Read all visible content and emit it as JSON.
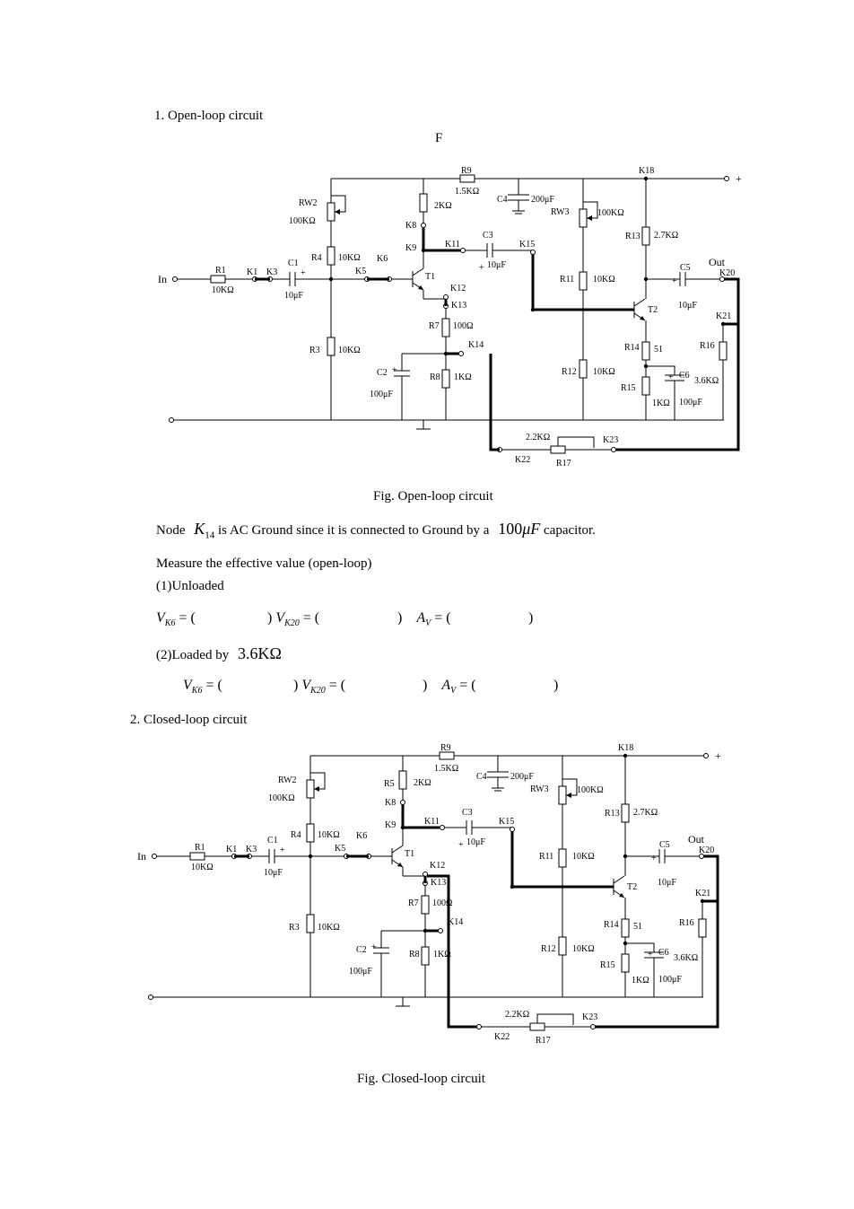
{
  "section1": {
    "heading": "1.   Open-loop    circuit",
    "f_label": "F",
    "caption": "Fig. Open-loop circuit",
    "node_note_pre": "Node",
    "node_note_mid": "is AC Ground since it is connected to Ground by a",
    "node_note_value": "100",
    "node_note_unit": "μF",
    "node_note_post": "capacitor.",
    "measure_title": "Measure the effective value (open-loop)",
    "unloaded_label": "(1)Unloaded",
    "loaded_label": "(2)Loaded by",
    "loaded_value": "3.6KΩ"
  },
  "section2": {
    "heading": "2.    Closed-loop circuit",
    "caption": "Fig. Closed-loop circuit"
  },
  "circuit_labels": {
    "R9": "R9",
    "R9_val": "1.5KΩ",
    "K18": "K18",
    "plus": "+",
    "C4": "C4",
    "C4_val": "200μF",
    "RW2": "RW2",
    "RW2_val": "100KΩ",
    "R5": "R5",
    "R5_val": "2KΩ",
    "RW3": "RW3",
    "RW3_val": "100KΩ",
    "R13": "R13",
    "R13_val": "2.7KΩ",
    "K8": "K8",
    "K9": "K9",
    "K11": "K11",
    "C3": "C3",
    "C3_val": "10μF",
    "K15": "K15",
    "R4": "R4",
    "R4_val": "10KΩ",
    "C1": "C1",
    "C1_val": "10μF",
    "K5": "K5",
    "K6": "K6",
    "T1": "T1",
    "In": "In",
    "R1": "R1",
    "R1_val": "10KΩ",
    "K1": "K1",
    "K3": "K3",
    "R11": "R11",
    "R11_val": "10KΩ",
    "C5": "C5",
    "C5_val": "10μF",
    "Out": "Out",
    "K20": "K20",
    "K12": "K12",
    "K13": "K13",
    "T2": "T2",
    "K21": "K21",
    "R7": "R7",
    "R7_val": "100Ω",
    "R3": "R3",
    "R3_val": "10KΩ",
    "K14": "K14",
    "R14": "R14",
    "R14_val": "51",
    "R16": "R16",
    "C2": "C2",
    "C2_val": "100μF",
    "R8": "R8",
    "R8_val": "1KΩ",
    "R12": "R12",
    "R12_val": "10KΩ",
    "C6": "C6",
    "C6_R16_val": "3.6KΩ",
    "R15": "R15",
    "R15_val": "1KΩ",
    "C6_val": "100μF",
    "R17_val": "2.2KΩ",
    "K23": "K23",
    "K22": "K22",
    "R17": "R17"
  }
}
